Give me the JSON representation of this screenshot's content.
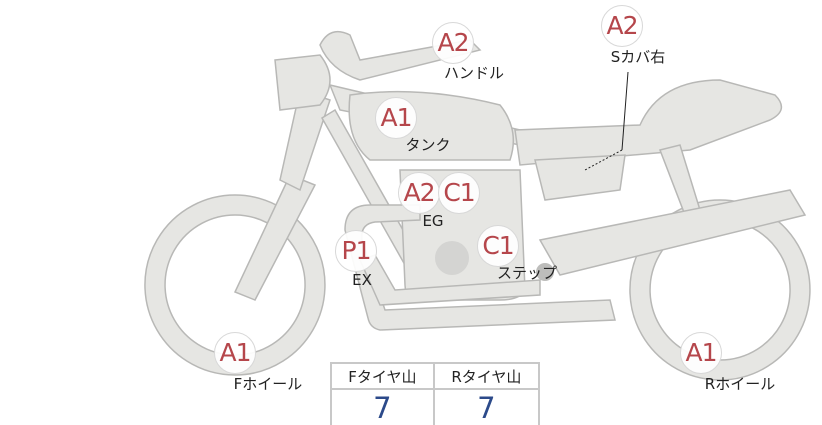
{
  "parts": [
    {
      "id": "handle",
      "grade": "A2",
      "label": "ハンドル"
    },
    {
      "id": "side-cover-right",
      "grade": "A2",
      "label": "Sカバ右"
    },
    {
      "id": "tank",
      "grade": "A1",
      "label": "タンク"
    },
    {
      "id": "engine",
      "grades": [
        "A2",
        "C1"
      ],
      "label": "EG"
    },
    {
      "id": "exhaust",
      "grade": "P1",
      "label": "EX"
    },
    {
      "id": "step",
      "grade": "C1",
      "label": "ステップ"
    },
    {
      "id": "front-wheel",
      "grade": "A1",
      "label": "Fホイール"
    },
    {
      "id": "rear-wheel",
      "grade": "A1",
      "label": "Rホイール"
    }
  ],
  "tire_table": {
    "headers": [
      "Fタイヤ山",
      "Rタイヤ山"
    ],
    "values": [
      "7",
      "7"
    ]
  },
  "colors": {
    "grade": "#b5464b",
    "value": "#2c4a8a",
    "body": "#e6e6e3"
  }
}
